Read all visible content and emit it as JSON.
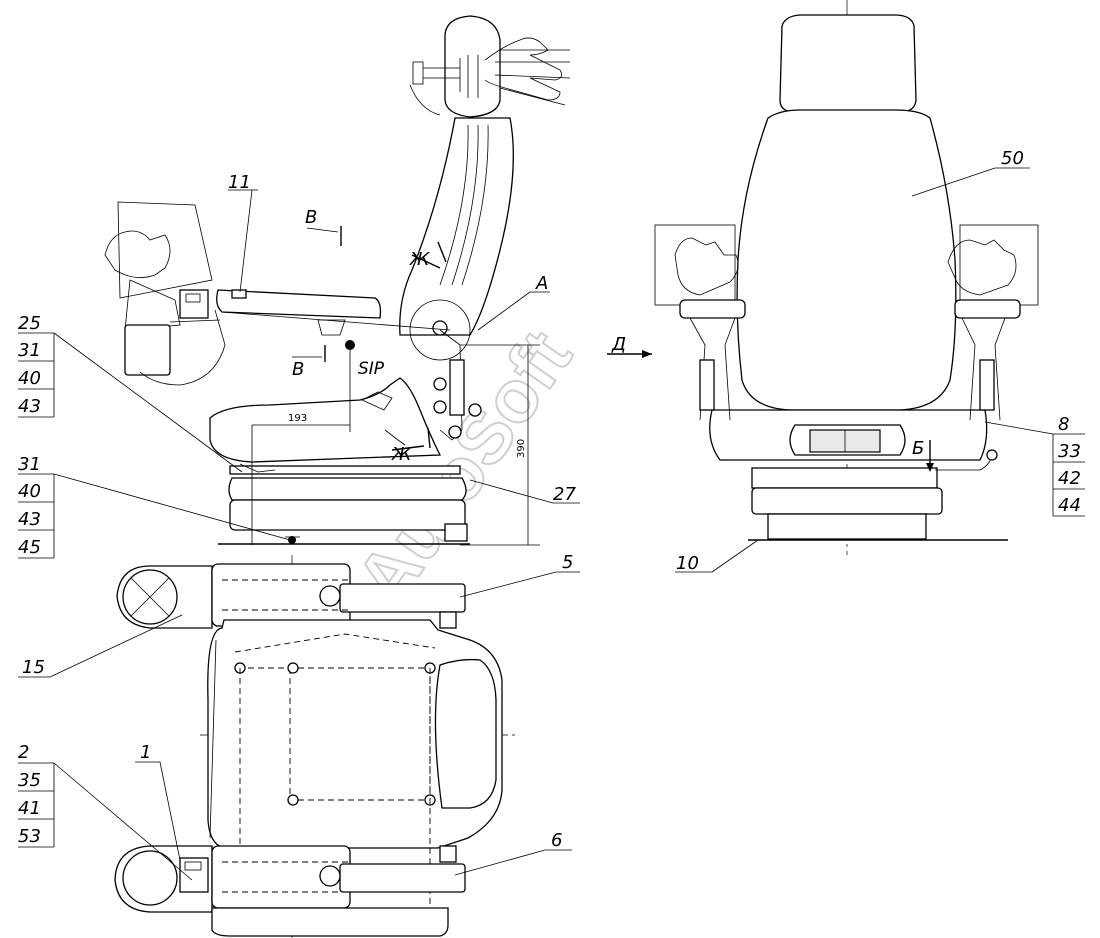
{
  "labels": {
    "n50": "50",
    "n11": "11",
    "nA": "A",
    "nV1": "В",
    "nV2": "В",
    "nZh1": "Ж",
    "nZh2": "Ж",
    "nD": "Д",
    "nB": "Б",
    "n27": "27",
    "n8": "8",
    "n33": "33",
    "n42": "42",
    "n44": "44",
    "n10": "10",
    "n25": "25",
    "n31a": "31",
    "n40a": "40",
    "n43a": "43",
    "n31b": "31",
    "n40b": "40",
    "n43b": "43",
    "n45": "45",
    "n5": "5",
    "n15": "15",
    "n1": "1",
    "n2": "2",
    "n35": "35",
    "n41": "41",
    "n53": "53",
    "n6": "6"
  },
  "dimensions": {
    "d193": "193",
    "d390": "390"
  },
  "marks": {
    "sip": "SIP"
  },
  "watermark": "AutoSoft"
}
